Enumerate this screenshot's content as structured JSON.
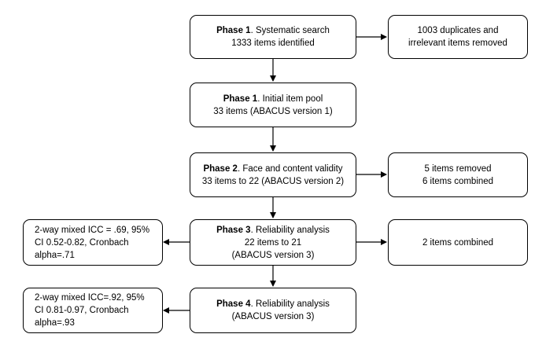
{
  "flowchart": {
    "phase1_search": {
      "phase": "Phase 1",
      "title": ". Systematic search",
      "line2": "1333 items identified"
    },
    "removed_duplicates": {
      "line1": "1003 duplicates and",
      "line2": "irrelevant items removed"
    },
    "phase1_pool": {
      "phase": "Phase 1",
      "title": ". Initial item pool",
      "line2": "33 items (ABACUS version 1)"
    },
    "phase2": {
      "phase": "Phase 2",
      "title": ". Face and content validity",
      "line2": "33 items to 22 (ABACUS version 2)"
    },
    "phase2_outcome": {
      "line1": "5 items removed",
      "line2": "6 items combined"
    },
    "phase3": {
      "phase": "Phase 3",
      "title": ". Reliability analysis",
      "line2": "22 items to 21",
      "line3": "(ABACUS version 3)"
    },
    "phase3_icc": {
      "line1": "2-way mixed ICC = .69, 95%",
      "line2": "CI 0.52-0.82, Cronbach",
      "line3": "alpha=.71"
    },
    "phase3_outcome": {
      "line1": "2 items combined"
    },
    "phase4": {
      "phase": "Phase 4",
      "title": ". Reliability analysis",
      "line2": "(ABACUS version 3)"
    },
    "phase4_icc": {
      "line1": "2-way mixed ICC=.92, 95%",
      "line2": "CI 0.81-0.97, Cronbach",
      "line3": "alpha=.93"
    }
  }
}
